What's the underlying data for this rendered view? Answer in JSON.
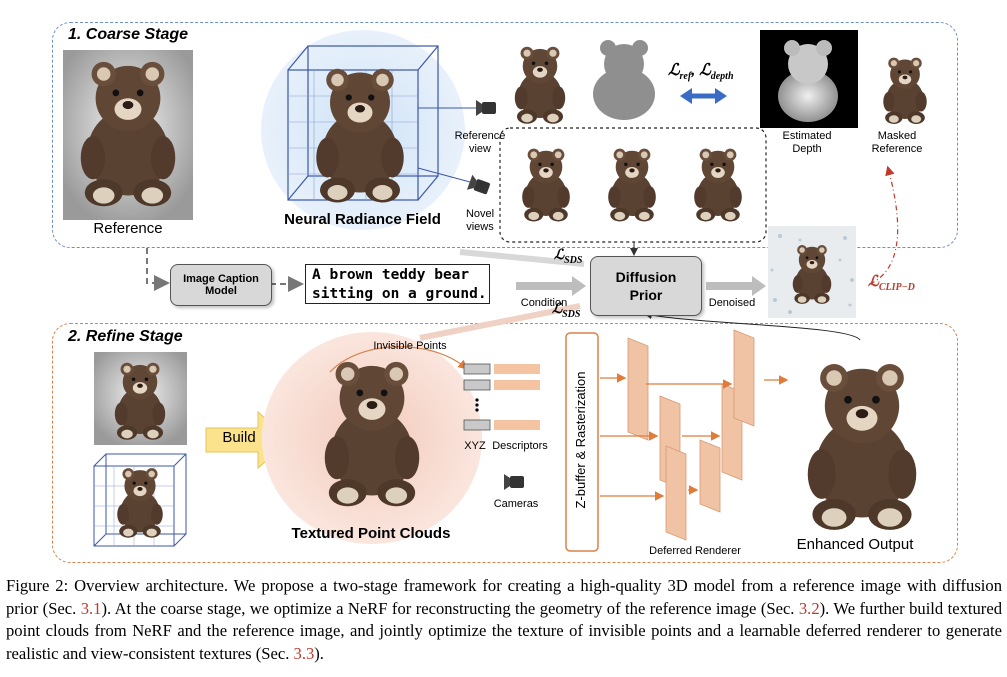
{
  "coarse": {
    "title": "1. Coarse Stage",
    "reference_label": "Reference",
    "nerf_label": "Neural Radiance Field",
    "reference_view": "Reference view",
    "novel_views": "Novel views",
    "loss_ref_depth_main": "ℒ",
    "loss_ref_sub": "ref",
    "loss_depth_sub": "depth",
    "estimated_depth": "Estimated Depth",
    "masked_reference": "Masked Reference"
  },
  "middle": {
    "caption_model": "Image Caption Model",
    "prompt": "A brown teddy bear sitting on a ground.",
    "condition": "Condition",
    "diffusion_prior": "Diffusion Prior",
    "denoised": "Denoised",
    "loss_sds_sub": "SDS",
    "loss_clip_sub": "CLIP−D"
  },
  "refine": {
    "title": "2. Refine Stage",
    "build": "Build",
    "invisible_points": "Invisible Points",
    "xyz": "XYZ",
    "descriptors": "Descriptors",
    "cameras": "Cameras",
    "textured_point_clouds": "Textured Point Clouds",
    "zbuffer": "Z-buffer & Rasterization",
    "deferred_renderer": "Deferred Renderer",
    "enhanced_output": "Enhanced Output"
  },
  "figure_caption": {
    "p1": "Figure 2: Overview architecture. We propose a two-stage framework for creating a high-quality 3D model from a reference image with diffusion prior (Sec. ",
    "r1": "3.1",
    "p2": "). At the coarse stage, we optimize a NeRF for reconstructing the geometry of the reference image (Sec. ",
    "r2": "3.2",
    "p3": "). We further build textured point clouds from NeRF and the reference image, and jointly optimize the texture of invisible points and a learnable deferred renderer to generate realistic and view-consistent textures (Sec. ",
    "r3": "3.3",
    "p4": ")."
  },
  "colors": {
    "coarse_border": "#6a8fcf",
    "refine_border": "#d9824a",
    "bear": "#5a4232",
    "peach": "#f4c3a2",
    "ref_link": "#c0392b"
  }
}
